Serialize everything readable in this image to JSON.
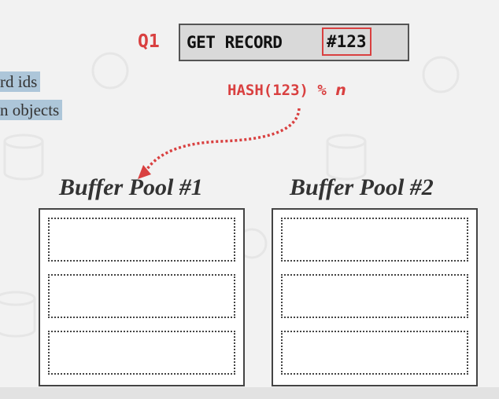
{
  "left_text": {
    "line1": "rd ids",
    "line2": "n objects"
  },
  "query": {
    "label": "Q1",
    "command": "GET RECORD ",
    "record_id": "#123"
  },
  "hash_function": {
    "expr": "HASH(123) % ",
    "var": "n"
  },
  "buffer_pools": [
    {
      "title": "Buffer Pool #1",
      "frames": 3
    },
    {
      "title": "Buffer Pool #2",
      "frames": 3
    }
  ],
  "colors": {
    "accent": "#d94040",
    "highlight": "#adc6d9",
    "background": "#f2f2f2"
  }
}
